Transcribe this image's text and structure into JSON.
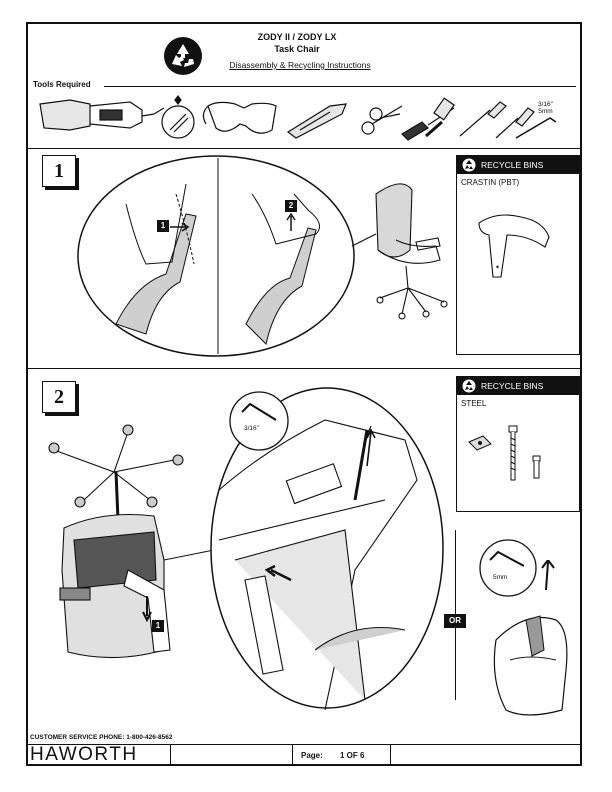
{
  "header": {
    "model": "ZODY II / ZODY LX",
    "product": "Task Chair",
    "subtitle": "Disassembly & Recycling Instructions",
    "logo_icon": "recycle-icon"
  },
  "tools": {
    "label": "Tools Required",
    "items": [
      "drill-icon",
      "torx-bit-icon",
      "safety-glasses-icon",
      "utility-knife-icon",
      "scissors-icon",
      "nut-driver-icon",
      "hammer-icon",
      "screwdriver-icon",
      "phillips-screwdriver-icon",
      "allen-key-icon"
    ],
    "allen_size_1": "3/16\"",
    "allen_size_2": "5mm"
  },
  "step1": {
    "number": "1",
    "callout_1": "1",
    "callout_2": "2",
    "bin": {
      "title": "RECYCLE BINS",
      "material": "CRASTIN (PBT)"
    }
  },
  "step2": {
    "number": "2",
    "callout_1": "1",
    "key_label_1": "3/16\"",
    "key_label_2": "5mm",
    "or_label": "OR",
    "bin": {
      "title": "RECYCLE BINS",
      "material": "STEEL"
    }
  },
  "footer": {
    "phone": "CUSTOMER SERVICE PHONE: 1-800-426-8562",
    "brand": "HAWORTH",
    "page_label": "Page:",
    "page_value": "1 OF 6"
  },
  "colors": {
    "ink": "#111111",
    "shade": "#cfcfcf",
    "paper": "#ffffff"
  }
}
